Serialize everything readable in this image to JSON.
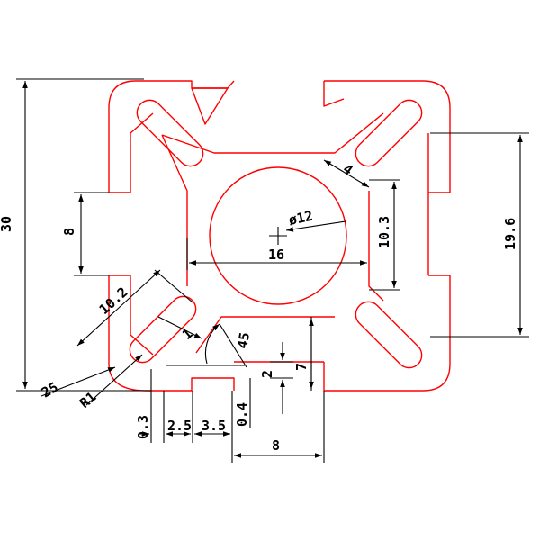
{
  "colors": {
    "profile": "#ff0000",
    "dimension": "#000000",
    "background": "#ffffff"
  },
  "dimensions": {
    "overall_height": "30",
    "slot_width_left": "8",
    "center_width": "16",
    "center_diameter": "ø12",
    "slot_depth": "4",
    "inner_height": "10.3",
    "right_height": "19.6",
    "diag_length": "10.2",
    "diag_thickness": "1",
    "angle_45": "45",
    "angle_25": "25",
    "fillet_r1": "R1",
    "wall_03": "0.3",
    "slot_25": "2.5",
    "slot_35": "3.5",
    "wall_04": "0.4",
    "bottom_8": "8",
    "lip_2": "2",
    "inner_7": "7"
  }
}
